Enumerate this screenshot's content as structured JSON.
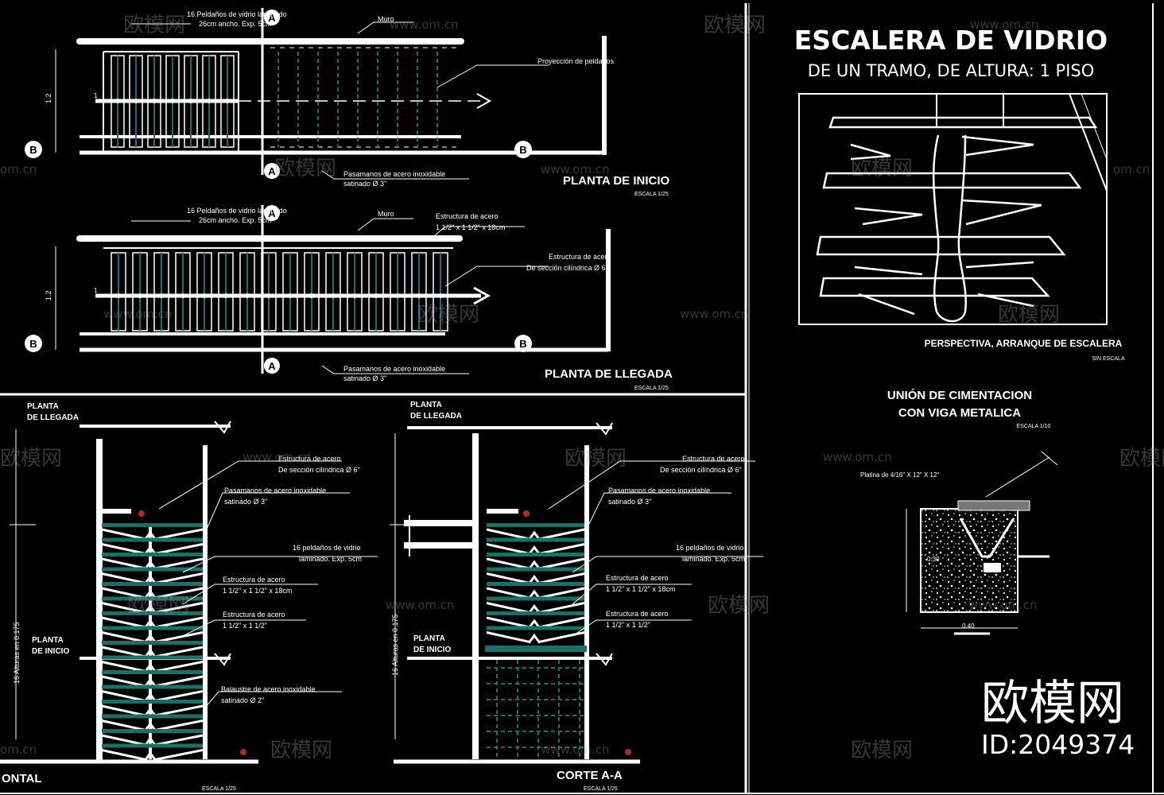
{
  "sheet": {
    "title": "ESCALERA DE VIDRIO",
    "subtitle": "DE UN TRAMO, DE ALTURA: 1 PISO"
  },
  "views": {
    "planta_inicio": {
      "title": "PLANTA DE INICIO",
      "scale": "ESCALA 1/25"
    },
    "planta_llegada": {
      "title": "PLANTA DE LLEGADA",
      "scale": "ESCALA 1/25"
    },
    "corte_frontal": {
      "title": "ONTAL",
      "scale": "ESCALA 1/25"
    },
    "corte_aa": {
      "title": "CORTE A-A",
      "scale": "ESCALA 1/25"
    },
    "perspectiva": {
      "title": "PERSPECTIVA, ARRANQUE DE ESCALERA",
      "scale": "SIN ESCALA"
    },
    "cimentacion": {
      "line1": "UNIÓN DE CIMENTACION",
      "line2": "CON VIGA METALICA",
      "scale": "ESCALA 1/10"
    }
  },
  "labels": {
    "peldanos_a": "16 Peldaños de vidrio laminado",
    "peldanos_b": "26cm ancho. Exp. 5cm",
    "muro": "Muro",
    "proyeccion": "Proyección de peldaños",
    "pasamanos_a": "Pasamanos de acero inoxidable",
    "pasamanos_b": "satinado Ø 3\"",
    "estructura": "Estructura de acero",
    "estructura_med": "1 1/2\" x 1 1/2\" x 18cm",
    "estructura_cil": "De sección cilíndrica Ø 6\"",
    "estructura_med2": "1 1/2\" x 1 1/2\"",
    "peldanos_vidrio_a": "16 peldaños de vidrio",
    "peldanos_vidrio_b": "laminado. Exp. 5cm",
    "balaustre_a": "Balaustre de acero inoxidable",
    "balaustre_b": "satinado Ø 2\"",
    "planta_llegada_a": "PLANTA",
    "planta_llegada_b": "DE LLEGADA",
    "planta_inicio_b": "DE INICIO",
    "alturas": "16 Alturas en 0.175",
    "dim_12": "1.2",
    "platina": "Platina de 4/16\" X 12\" X 12\"",
    "dim_h": "0.30",
    "dim_w": "0.40",
    "marker_a": "A",
    "marker_b": "B",
    "step_no": "1"
  },
  "watermark": {
    "brand": "欧模网",
    "site": "www.om.cn",
    "site_short": "om.cn",
    "id": "ID:2049374"
  },
  "colors": {
    "bg": "#000000",
    "line": "#ffffff",
    "tread": "#1f6e66",
    "accent": "#b02a2a"
  }
}
